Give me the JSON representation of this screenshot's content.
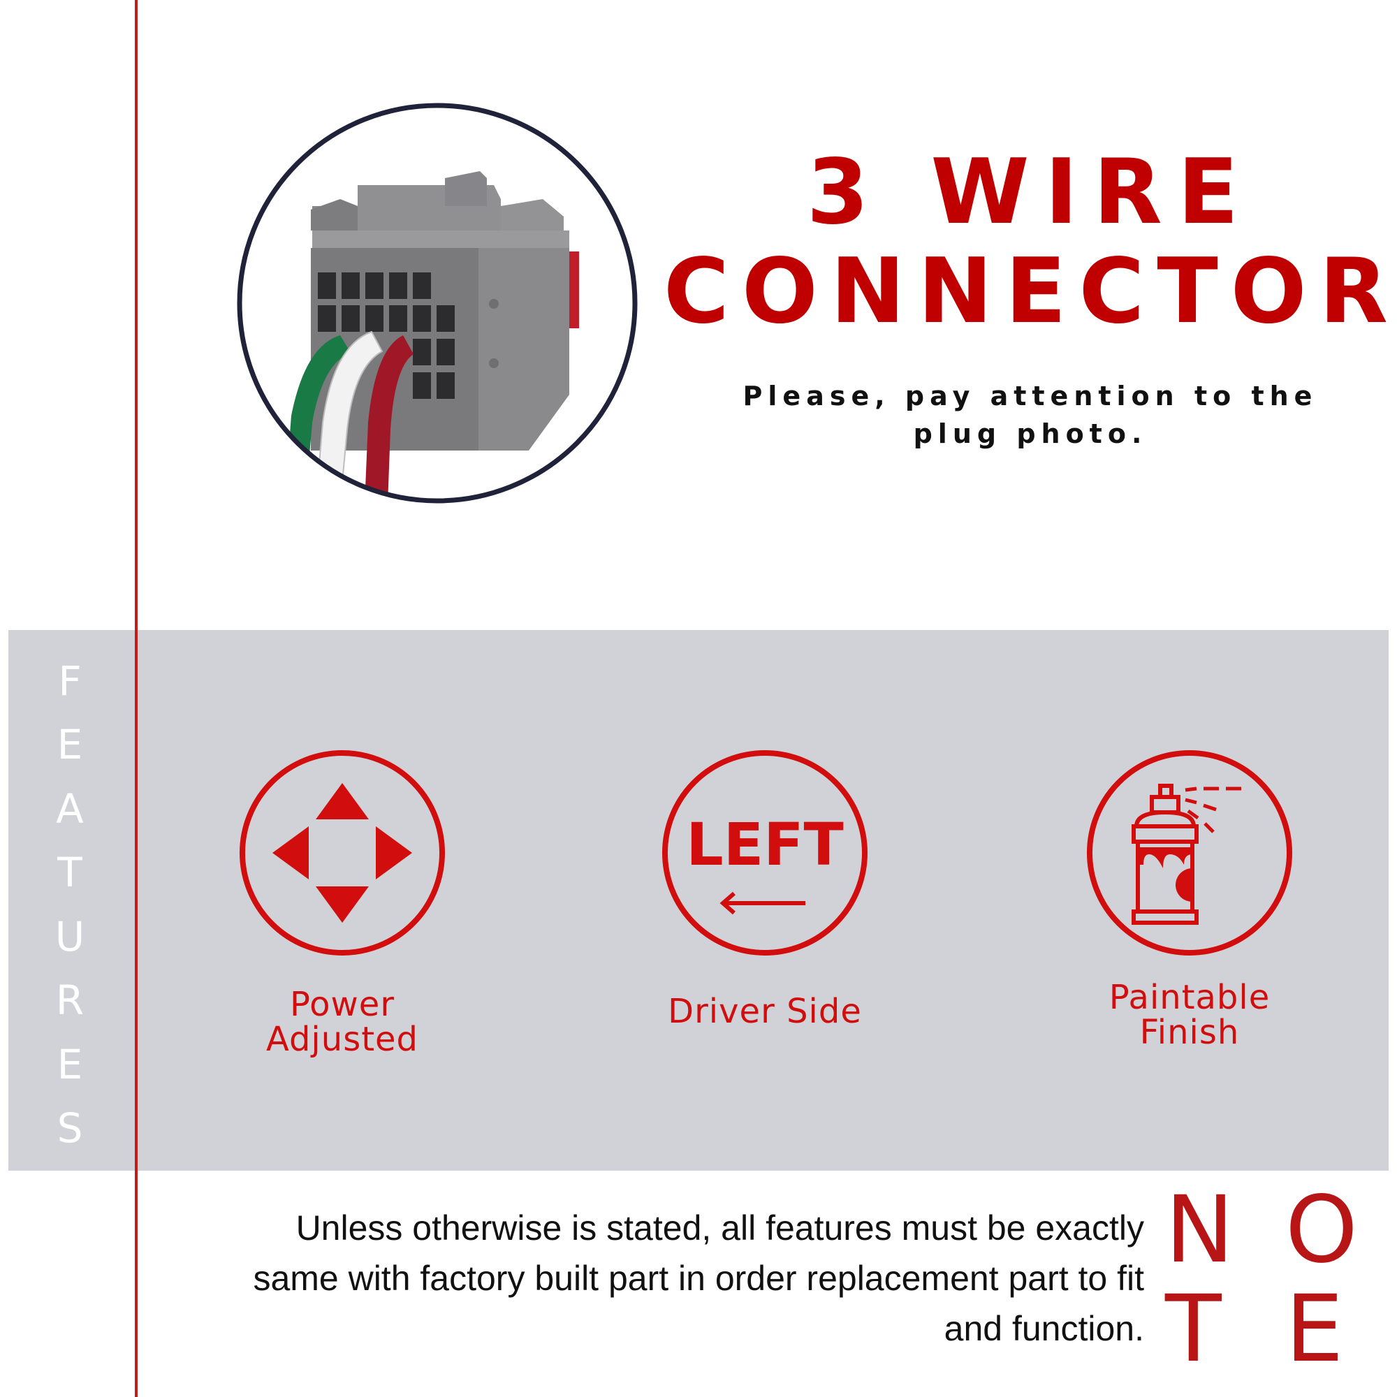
{
  "header": {
    "title_line1": "3 WIRE",
    "title_line2": "CONNECTOR",
    "subtitle": "Please, pay attention to the plug photo."
  },
  "features_section": {
    "heading_letters": [
      "F",
      "E",
      "A",
      "T",
      "U",
      "R",
      "E",
      "S"
    ],
    "items": [
      {
        "icon": "four-arrows-icon",
        "label": "Power\nAdjusted"
      },
      {
        "icon": "left-arrow-icon",
        "icon_text": "LEFT",
        "label": "Driver Side"
      },
      {
        "icon": "spray-paint-icon",
        "label": "Paintable\nFinish"
      }
    ]
  },
  "note": {
    "text": "Unless otherwise is stated, all features must be exactly same with factory built part in order replacement part to fit and function.",
    "word_letters": [
      "N",
      "O",
      "T",
      "E"
    ]
  },
  "colors": {
    "accent_red": "#c00000",
    "icon_red": "#d10d0d",
    "band_gray": "#d1d2d7",
    "circle_navy": "#1f2238"
  }
}
